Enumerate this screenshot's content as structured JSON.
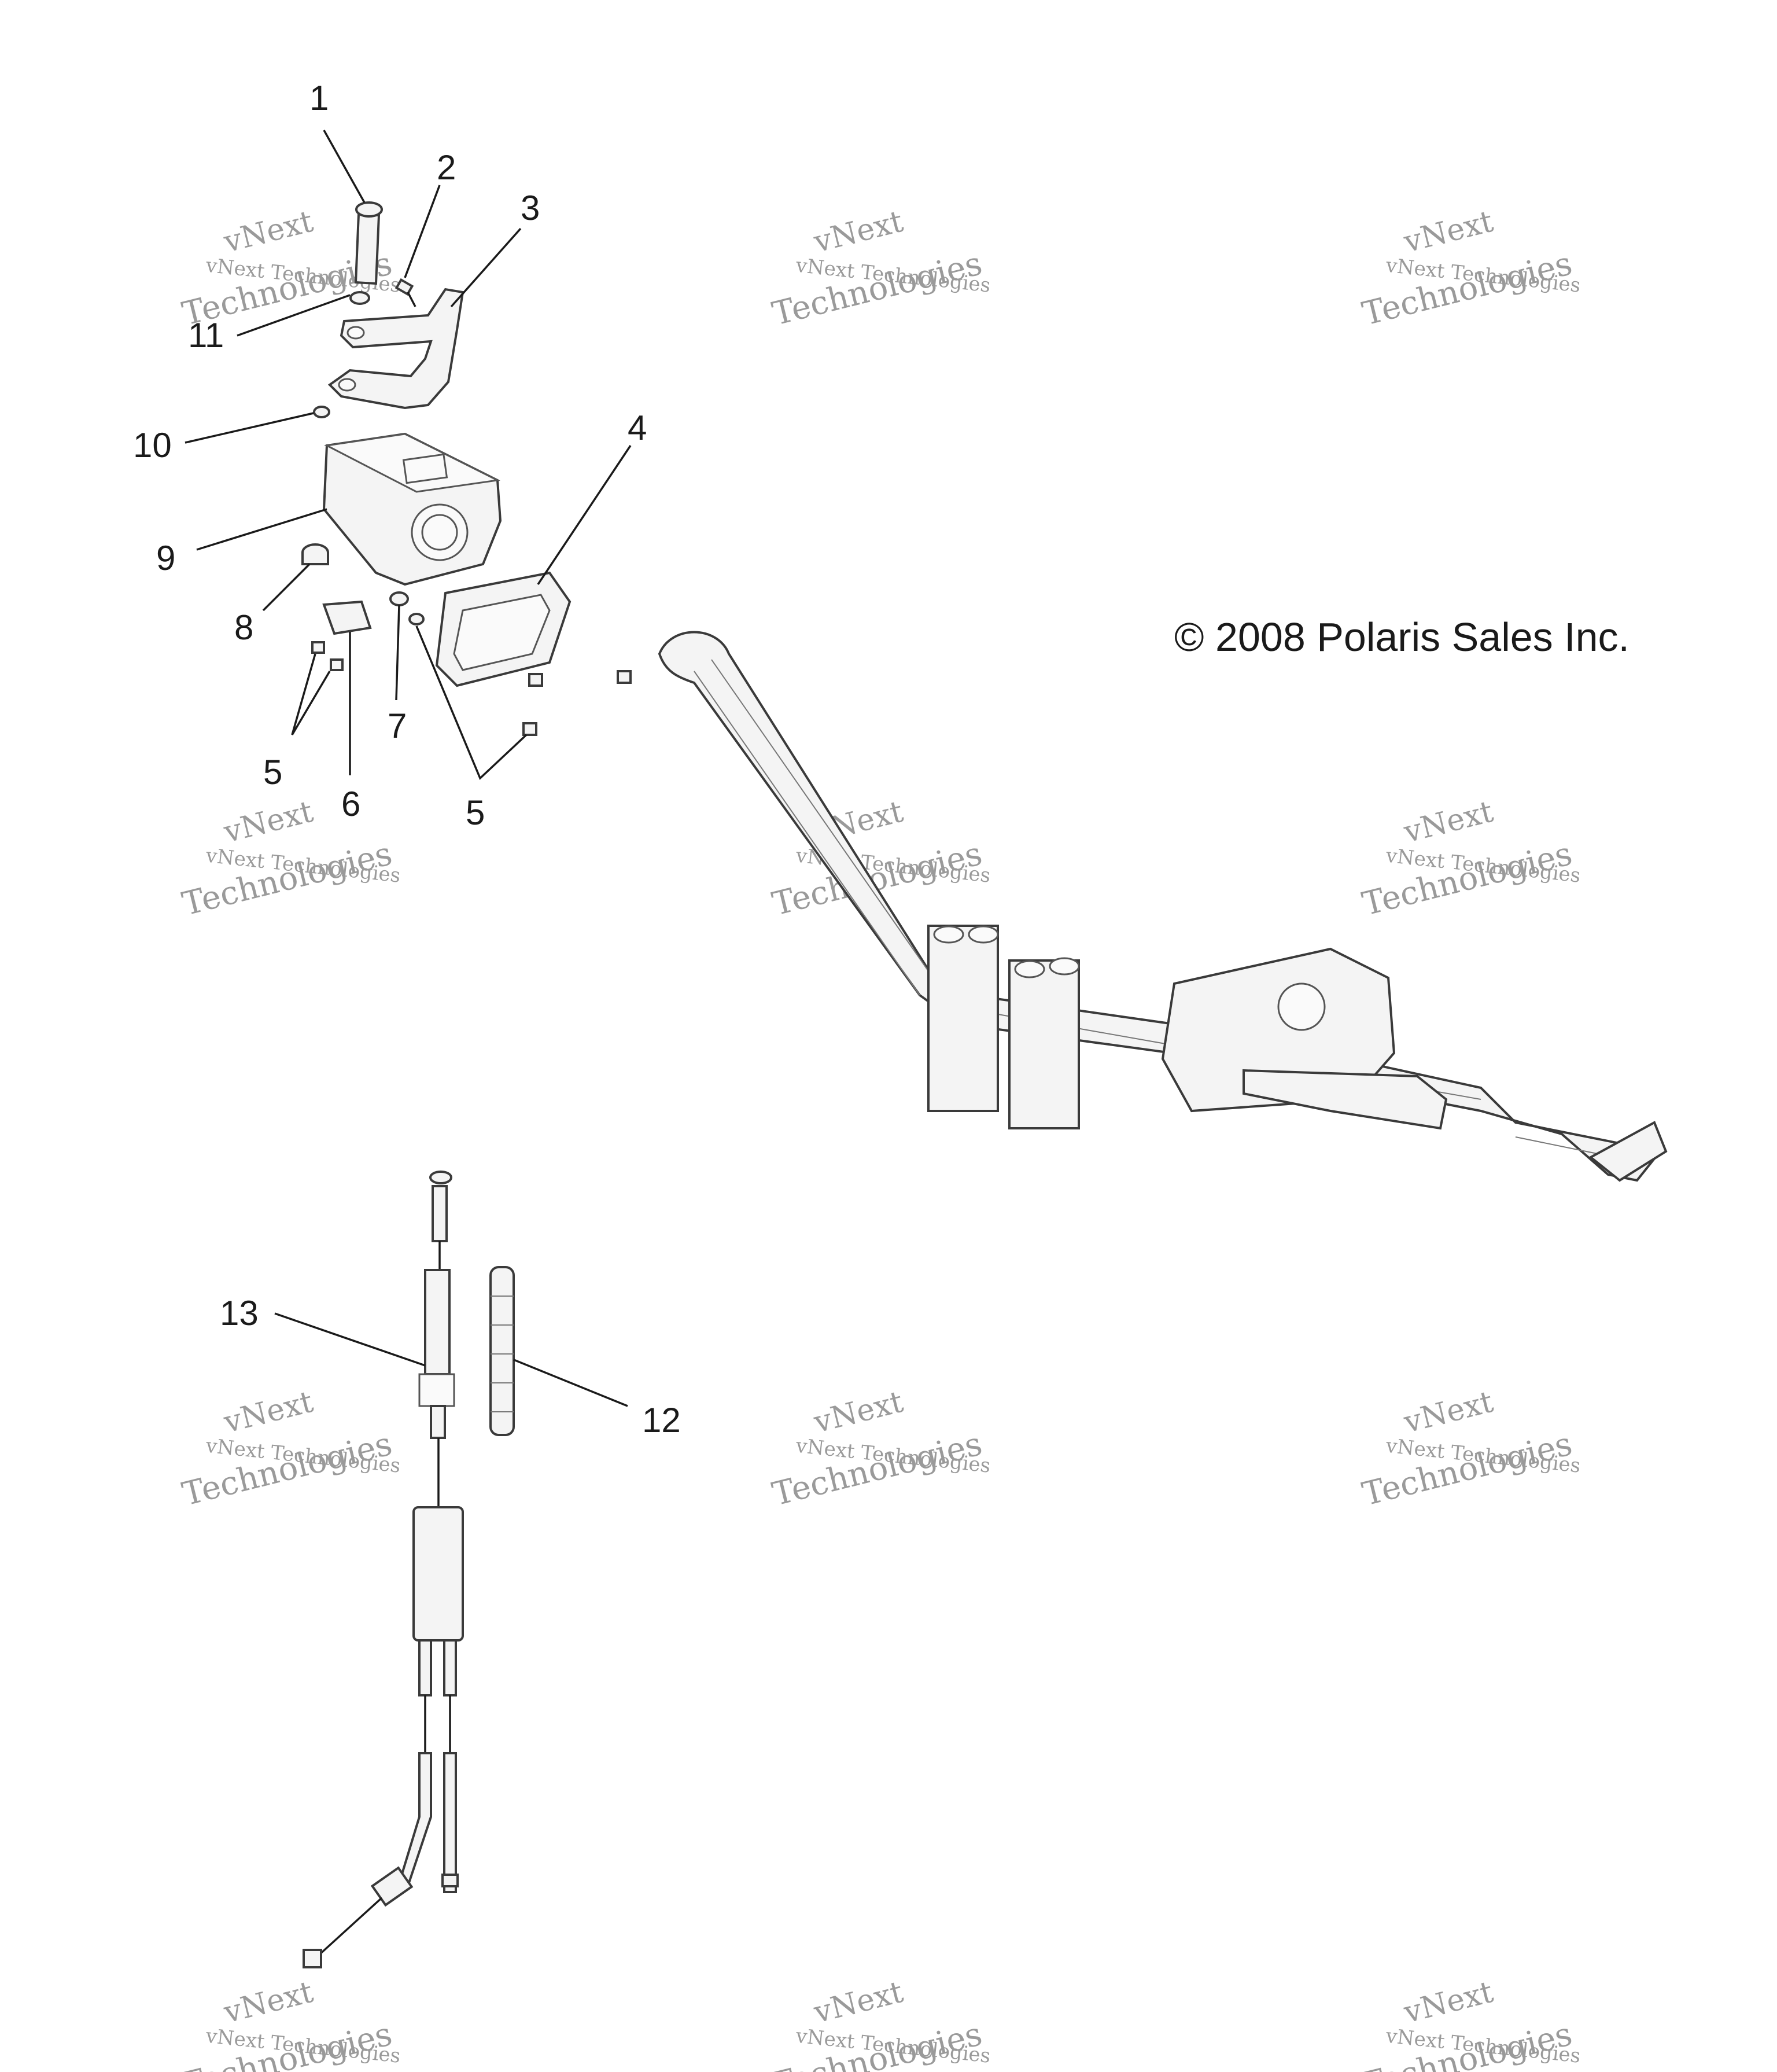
{
  "copyright": "© 2008 Polaris Sales Inc.",
  "watermark": {
    "line1": "vNext",
    "line2": "vNext Technologies",
    "line3": "Technologies"
  },
  "callouts": [
    {
      "id": "1",
      "label": "1"
    },
    {
      "id": "2",
      "label": "2"
    },
    {
      "id": "3",
      "label": "3"
    },
    {
      "id": "4",
      "label": "4"
    },
    {
      "id": "5a",
      "label": "5"
    },
    {
      "id": "5b",
      "label": "5"
    },
    {
      "id": "6",
      "label": "6"
    },
    {
      "id": "7",
      "label": "7"
    },
    {
      "id": "8",
      "label": "8"
    },
    {
      "id": "9",
      "label": "9"
    },
    {
      "id": "10",
      "label": "10"
    },
    {
      "id": "11",
      "label": "11"
    },
    {
      "id": "12",
      "label": "12"
    },
    {
      "id": "13",
      "label": "13"
    }
  ],
  "colors": {
    "line": "#1a1a1a",
    "watermark": "#9a9a9a",
    "background": "#ffffff"
  }
}
